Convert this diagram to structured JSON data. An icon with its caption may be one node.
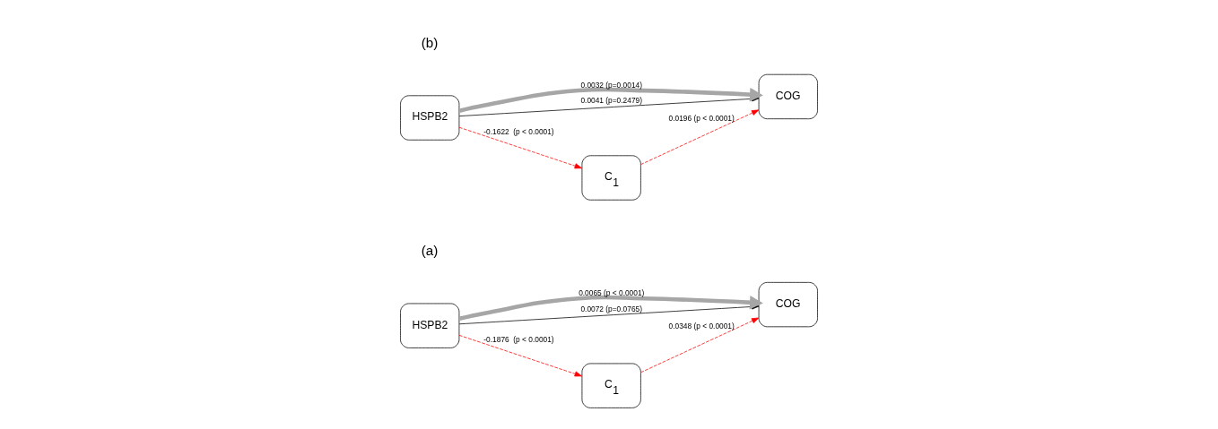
{
  "diagram": {
    "nodes": [
      {
        "text": [
          "HSPB2"
        ]
      },
      {
        "text": [
          "C$_{1}$"
        ]
      },
      {
        "text": [
          "COG"
        ]
      },
      {
        "text": [
          "HSPB2"
        ]
      },
      {
        "text": [
          "C$_{1}$"
        ]
      },
      {
        "text": [
          "COG"
        ]
      }
    ],
    "edges": [
      {
        "from": 0,
        "to": 1,
        "arrow": "to",
        "label": "-0.1876  (p < 0.0001)",
        "style": "dashed",
        "color": "#ff0000"
      },
      {
        "from": 1,
        "to": 2,
        "arrow": "to",
        "label": "0.0348 (p < 0.0001)",
        "style": "dashed",
        "color": "#ff0000"
      },
      {
        "from": 0,
        "to": 2,
        "arrow": "to",
        "label": "0.0072 (p=0.0765)",
        "color": "#000000"
      },
      {
        "from": 0,
        "to": 2,
        "arrow": "to",
        "label": "0.0065 (p < 0.0001)",
        "style": "thick",
        "color": "#a6a6a6"
      },
      {
        "from": 3,
        "to": 4,
        "arrow": "to",
        "label": "-0.1622  (p < 0.0001)",
        "style": "dashed",
        "color": "#ff0000"
      },
      {
        "from": 4,
        "to": 5,
        "arrow": "to",
        "label": "0.0196 (p < 0.0001)",
        "style": "dashed",
        "color": "#ff0000"
      },
      {
        "from": 3,
        "to": 5,
        "arrow": "to",
        "label": "0.0041 (p=0.2479)",
        "color": "#000000"
      },
      {
        "from": 3,
        "to": 5,
        "arrow": "to",
        "label": "0.0032 (p=0.0014)",
        "style": "thick",
        "color": "#a6a6a6"
      }
    ],
    "labels": [
      "(a)",
      "(b)"
    ]
  }
}
